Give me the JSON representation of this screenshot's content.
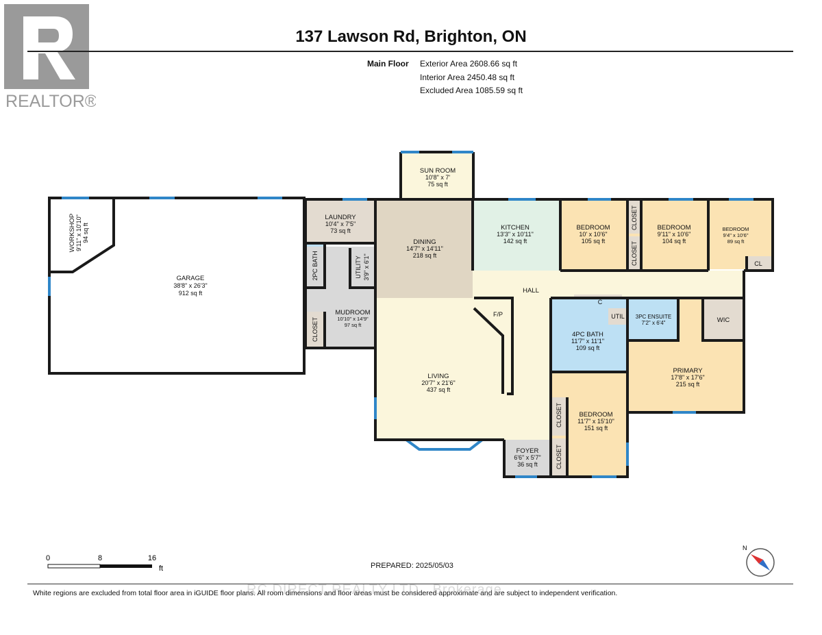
{
  "header": {
    "title": "137 Lawson Rd, Brighton, ON",
    "floor_label": "Main Floor",
    "areas": [
      "Exterior Area 2608.66 sq ft",
      "Interior Area 2450.48 sq ft",
      "Excluded Area 1085.59 sq ft"
    ]
  },
  "logo": {
    "text": "REALTOR",
    "mark": "®",
    "icon": "realtor-r-icon"
  },
  "colors": {
    "wall": "#1a1a1a",
    "window": "#2f86c8",
    "garage": "#ffffff",
    "living": "#fbf6dc",
    "dining": "#e0d6c3",
    "kitchen": "#e1f1e6",
    "bedroom": "#fbe3b3",
    "bath": "#bde0f4",
    "mud": "#d9d9d9",
    "closet": "#e3dbd0"
  },
  "rooms": {
    "workshop": {
      "name": "WORKSHOP",
      "dims": "9'11\" x 10'10\"",
      "area": "94 sq ft"
    },
    "garage": {
      "name": "GARAGE",
      "dims": "38'8\" x 26'3\"",
      "area": "912 sq ft"
    },
    "laundry": {
      "name": "LAUNDRY",
      "dims": "10'4\" x 7'5\"",
      "area": "73 sq ft"
    },
    "bath2pc": {
      "name": "2PC BATH"
    },
    "utility": {
      "name": "UTILITY",
      "dims": "3'9\" x 6'1\""
    },
    "mudroom": {
      "name": "MUDROOM",
      "dims": "10'10\" x 14'9\"",
      "area": "97 sq ft"
    },
    "closet_mud": {
      "name": "CLOSET"
    },
    "sunroom": {
      "name": "SUN ROOM",
      "dims": "10'8\" x 7'",
      "area": "75 sq ft"
    },
    "dining": {
      "name": "DINING",
      "dims": "14'7\" x 14'11\"",
      "area": "218 sq ft"
    },
    "kitchen": {
      "name": "KITCHEN",
      "dims": "13'3\" x 10'11\"",
      "area": "142 sq ft"
    },
    "living": {
      "name": "LIVING",
      "dims": "20'7\" x 21'6\"",
      "area": "437 sq ft"
    },
    "fp": {
      "name": "F/P"
    },
    "hall": {
      "name": "HALL"
    },
    "bedroom1": {
      "name": "BEDROOM",
      "dims": "10' x 10'6\"",
      "area": "105 sq ft"
    },
    "bedroom2": {
      "name": "BEDROOM",
      "dims": "9'11\" x 10'6\"",
      "area": "104 sq ft"
    },
    "bedroom3": {
      "name": "BEDROOM",
      "dims": "9'4\" x 10'6\"",
      "area": "89 sq ft"
    },
    "closet_b1": {
      "name": "CLOSET"
    },
    "closet_b2": {
      "name": "CLOSET"
    },
    "cl": {
      "name": "CL"
    },
    "c": {
      "name": "C"
    },
    "bath4pc": {
      "name": "4PC BATH",
      "dims": "11'7\" x 11'1\"",
      "area": "109 sq ft"
    },
    "util": {
      "name": "UTIL"
    },
    "ensuite": {
      "name": "3PC ENSUITE",
      "dims": "7'2\" x 6'4\""
    },
    "wic": {
      "name": "WIC"
    },
    "primary": {
      "name": "PRIMARY",
      "dims": "17'8\" x 17'6\"",
      "area": "215 sq ft"
    },
    "bedroom4": {
      "name": "BEDROOM",
      "dims": "11'7\" x 15'10\"",
      "area": "151 sq ft"
    },
    "closet_b4a": {
      "name": "CLOSET"
    },
    "closet_b4b": {
      "name": "CLOSET"
    },
    "foyer": {
      "name": "FOYER",
      "dims": "6'6\" x 5'7\"",
      "area": "36 sq ft"
    }
  },
  "scale": {
    "ticks": [
      "0",
      "8",
      "16"
    ],
    "unit": "ft"
  },
  "compass": {
    "label": "N",
    "icon": "compass-icon"
  },
  "prepared": "PREPARED: 2025/05/03",
  "footer": "White regions are excluded from total floor area in iGUIDE floor plans. All room dimensions and floor areas must be considered approximate and are subject to independent verification.",
  "watermark": "RC DIRECT REALTY LTD., Brokerage"
}
